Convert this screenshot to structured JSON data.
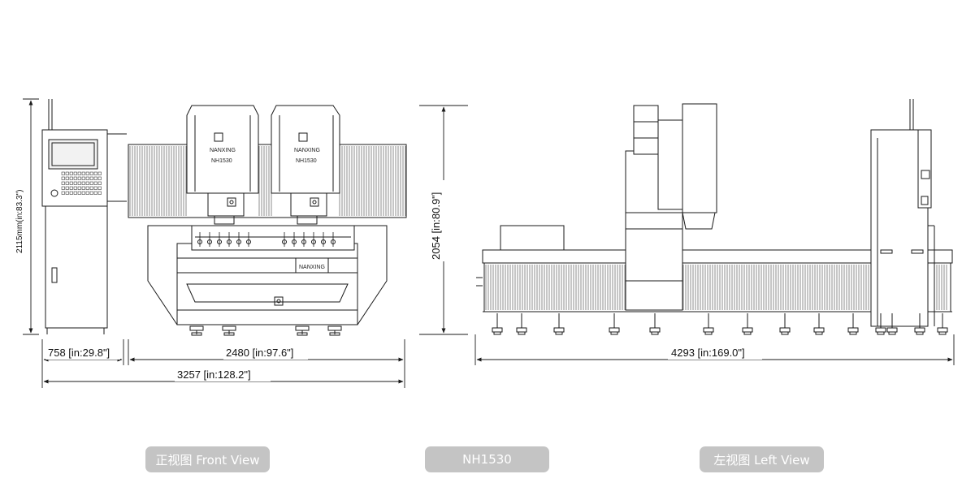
{
  "labels": {
    "front_view": "正视图 Front View",
    "model": "NH1530",
    "left_view": "左视图 Left View"
  },
  "dimensions": {
    "front_height": "2115mm(in:83.3\")",
    "front_width_console": "758 [in:29.8\"]",
    "front_width_machine": "2480 [in:97.6\"]",
    "front_width_total": "3257 [in:128.2\"]",
    "side_height": "2054 [in:80.9\"]",
    "side_length": "4293 [in:169.0\"]"
  },
  "machine": {
    "head_model_text": "NH1530",
    "nameplate_text": "NANXING"
  },
  "colors": {
    "line": "#1a1a1a",
    "tag_background": "#c4c4c4",
    "tag_text": "#ffffff"
  }
}
